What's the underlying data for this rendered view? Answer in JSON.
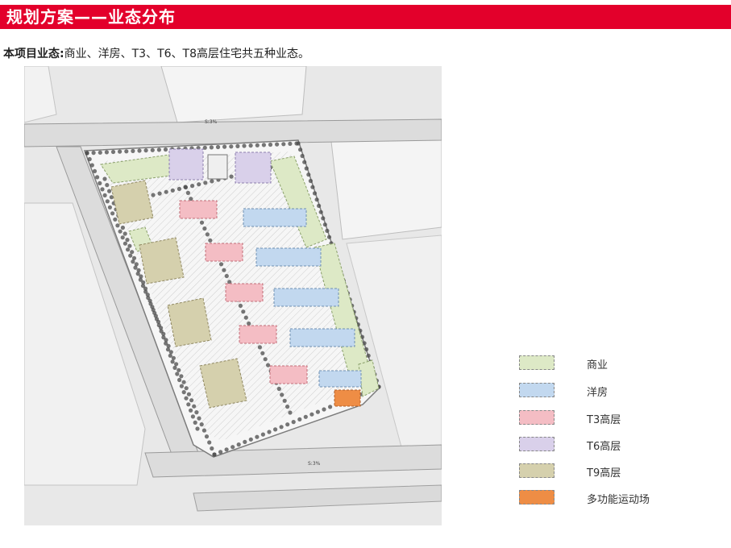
{
  "header": {
    "title": "规划方案——业态分布",
    "color": "#e3002b"
  },
  "intro": {
    "label": "本项目业态:",
    "text": "商业、洋房、T3、T6、T8高层住宅共五种业态。"
  },
  "plan": {
    "road_labels": [
      "S:3%",
      "S:3%"
    ]
  },
  "legend": {
    "items": [
      {
        "label": "商业",
        "color": "#dde9c6"
      },
      {
        "label": "洋房",
        "color": "#c2d8ef"
      },
      {
        "label": "T3高层",
        "color": "#f4bdc4"
      },
      {
        "label": "T6高层",
        "color": "#d9d0ea"
      },
      {
        "label": "T9高层",
        "color": "#d5d0ad"
      },
      {
        "label": "多功能运动场",
        "color": "#ee8d45"
      }
    ]
  }
}
